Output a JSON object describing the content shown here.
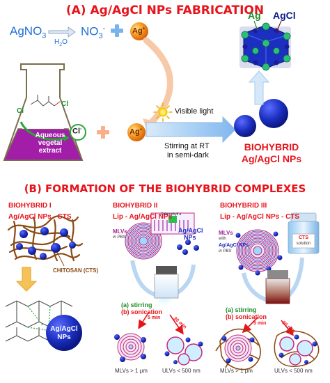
{
  "section_a": {
    "title": "(A) Ag/AgCl NPs FABRICATION",
    "reagent": "AgNO",
    "reagent_sub": "3",
    "solvent": "H",
    "solvent_sub": "2",
    "solvent_tail": "O",
    "nitrate": "NO",
    "nitrate_sub": "3",
    "nitrate_sup": "-",
    "silver_ion": "Ag",
    "silver_ion_sup": "+",
    "chloride": "Cl",
    "chloride_sup": "-",
    "flask_chloride_a": "Cl",
    "flask_chloride_b": "Cl",
    "flask_label_1": "Aqueous",
    "flask_label_2": "vegetal",
    "flask_label_3": "extract",
    "light": "Visible light",
    "condition_1": "Stirring at RT",
    "condition_2": "in semi-dark",
    "product_1": "BIOHYBRID",
    "product_2": "Ag/AgCl NPs",
    "label_ag": "Ag",
    "label_agcl": "AgCl"
  },
  "section_b": {
    "title": "(B) FORMATION OF THE BIOHYBRID COMPLEXES",
    "hybrid_1": {
      "name": "BIOHYBRID I",
      "formula": "Ag/AgCl NPs - CTS",
      "chitosan": "CHITOSAN (CTS)",
      "np_1": "Ag/AgCl",
      "np_2": "NPs"
    },
    "hybrid_2": {
      "name": "BIOHYBRID II",
      "formula": "Lip - Ag/AgCl NPs",
      "pigment": "Chlorophyll a",
      "mlv": "MLVs",
      "mlv_medium": "in PBS",
      "np_1": "Ag/AgCl",
      "np_2": "NPs",
      "step_1": "(a) stirring",
      "step_2": "(b) sonication",
      "time_1": "5 min",
      "time_2": "30 min",
      "size_mlv": "MLVs > 1 μm",
      "size_ulv": "ULVs < 500 nm"
    },
    "hybrid_3": {
      "name": "BIOHYBRID III",
      "formula": "Lip - Ag/AgCl NPs - CTS",
      "mlv": "MLVs",
      "mlv_with": "with",
      "mlv_np": "Ag/AgCl NPs",
      "mlv_medium": "in PBS",
      "cts_1": "CTS",
      "cts_2": "solution",
      "step_1": "(a) stirring",
      "step_2": "(b) sonication",
      "time_1": "5 min",
      "time_2": "30 min",
      "size_mlv": "MLVs > 1 μm",
      "size_ulv": "ULVs < 500 nm"
    }
  },
  "colors": {
    "title_red": "#e8141c",
    "arrow_blue": "#7fb7ee",
    "silver_orange": "#f08a1c",
    "np_blue": "#1b2fc0",
    "flask_purple": "#a21ea8",
    "chloride_green": "#29a538",
    "chitosan_brown": "#8a4a12"
  }
}
